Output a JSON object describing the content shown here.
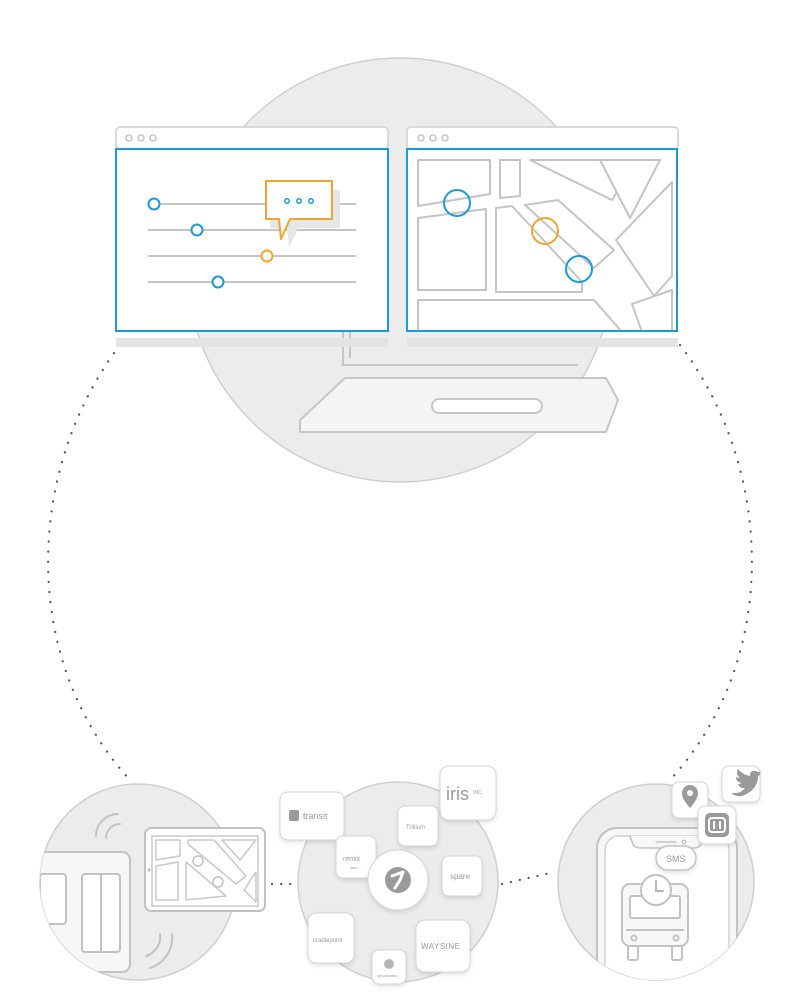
{
  "colors": {
    "accent_blue": "#1a9ad6",
    "accent_orange": "#f0a431",
    "line_gray": "#c9c9c9",
    "fill_gray": "#ececec",
    "dot_gray": "#555555"
  },
  "partners": {
    "transit": "transit",
    "iris": "iris",
    "iris_suffix": "INC.",
    "trillium": "Trillium",
    "remix": "remix",
    "remix_sub": "labs",
    "spare": "spare",
    "cradlepoint": "cradlepoint",
    "waysine": "WAYSINE",
    "syncromatics": "syncromatics"
  },
  "phone": {
    "sms_label": "SMS"
  },
  "icons": [
    "browser-dots-icon",
    "chat-bubble-icon",
    "map-icon",
    "monitor-icon",
    "keyboard-icon",
    "bus-icon",
    "wifi-signal-icon",
    "tablet-map-icon",
    "swiftly-logo-icon",
    "location-pin-icon",
    "twitter-bird-icon",
    "transit-app-icon",
    "clock-icon"
  ]
}
